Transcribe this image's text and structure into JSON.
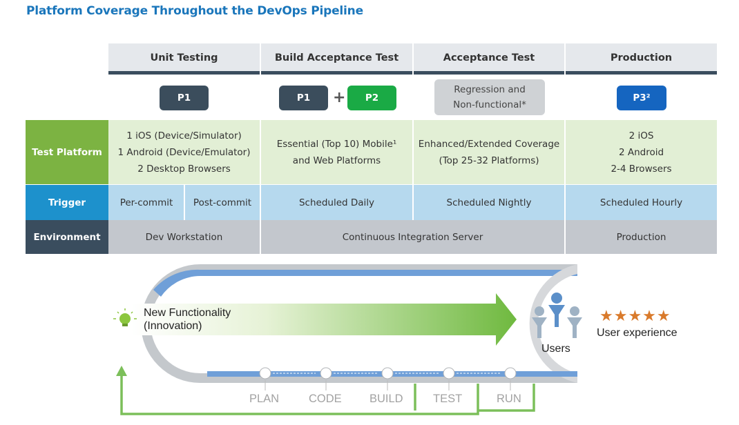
{
  "title": "Platform Coverage Throughout the DevOps Pipeline",
  "columns": [
    {
      "header": "Unit Testing"
    },
    {
      "header": "Build Acceptance Test"
    },
    {
      "header": "Acceptance Test"
    },
    {
      "header": "Production"
    }
  ],
  "pills": {
    "unit": "P1",
    "bat_a": "P1",
    "plus": "+",
    "bat_b": "P2",
    "acceptance_l1": "Regression and",
    "acceptance_l2": "Non-functional*",
    "production": "P3²"
  },
  "rows": {
    "test_platform": {
      "label": "Test Platform",
      "unit": [
        "1 iOS (Device/Simulator)",
        "1 Android (Device/Emulator)",
        "2 Desktop Browsers"
      ],
      "bat": [
        "Essential (Top 10) Mobile¹",
        "and Web Platforms"
      ],
      "acceptance": [
        "Enhanced/Extended Coverage",
        "(Top 25-32 Platforms)"
      ],
      "production": [
        "2 iOS",
        "2 Android",
        "2-4 Browsers"
      ]
    },
    "trigger": {
      "label": "Trigger",
      "unit_a": "Per-commit",
      "unit_b": "Post-commit",
      "bat": "Scheduled Daily",
      "acceptance": "Scheduled Nightly",
      "production": "Scheduled Hourly"
    },
    "environment": {
      "label": "Environment",
      "unit": "Dev Workstation",
      "ci": "Continuous Integration Server",
      "production": "Production"
    }
  },
  "pipeline": {
    "functionality_l1": "New Functionality",
    "functionality_l2": "(Innovation)",
    "users": "Users",
    "experience": "User experience",
    "stars": "★★★★★",
    "stages": [
      "PLAN",
      "CODE",
      "BUILD",
      "TEST",
      "RUN"
    ]
  },
  "colors": {
    "title": "#1a76bb",
    "header_rule": "#3a4d5e",
    "p1": "#3b4d5c",
    "p2": "#1aaa45",
    "p3": "#1565c0",
    "regression": "#cfd2d5",
    "test_platform_label": "#7cb342",
    "trigger_label": "#1d91cc",
    "environment_label": "#3a4d5e",
    "loop_green": "#7cbf5a",
    "stars": "#d97a2b"
  }
}
